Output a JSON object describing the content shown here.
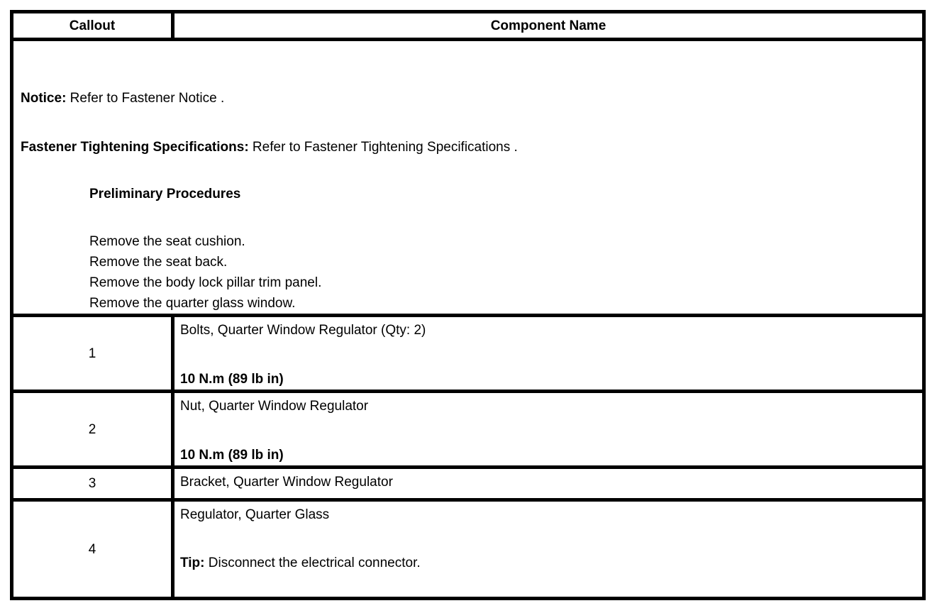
{
  "header": {
    "callout": "Callout",
    "component": "Component Name"
  },
  "intro": {
    "notice_label": "Notice:",
    "notice_text": " Refer to Fastener Notice .",
    "fastener_label": "Fastener Tightening Specifications:",
    "fastener_text": " Refer to Fastener Tightening Specifications .",
    "preliminary_title": "Preliminary Procedures",
    "preliminary_steps": [
      "Remove the seat cushion.",
      "Remove the seat back.",
      "Remove the body lock pillar trim panel.",
      "Remove the quarter glass window."
    ]
  },
  "rows": [
    {
      "callout": "1",
      "name": "Bolts, Quarter Window Regulator (Qty: 2)",
      "torque": "10 N.m (89 lb in)"
    },
    {
      "callout": "2",
      "name": "Nut, Quarter Window Regulator",
      "torque": "10 N.m (89 lb in)"
    },
    {
      "callout": "3",
      "name": "Bracket, Quarter Window Regulator"
    },
    {
      "callout": "4",
      "name": "Regulator, Quarter Glass",
      "tip_label": "Tip:",
      "tip_text": " Disconnect the electrical connector."
    }
  ],
  "colors": {
    "border": "#000000",
    "text": "#000000",
    "background": "#ffffff"
  }
}
